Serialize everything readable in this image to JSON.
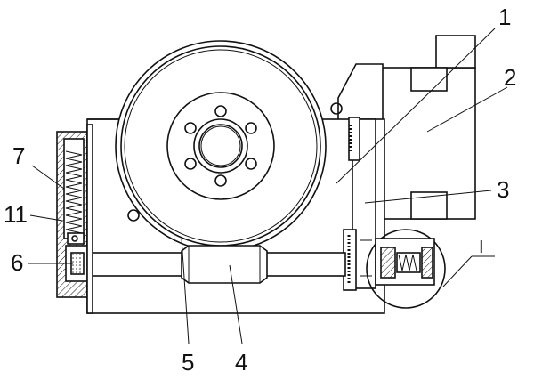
{
  "diagram": {
    "callouts": [
      {
        "id": "1",
        "label": "1"
      },
      {
        "id": "2",
        "label": "2"
      },
      {
        "id": "3",
        "label": "3"
      },
      {
        "id": "4",
        "label": "4"
      },
      {
        "id": "5",
        "label": "5"
      },
      {
        "id": "6",
        "label": "6"
      },
      {
        "id": "7",
        "label": "7"
      },
      {
        "id": "11",
        "label": "11"
      },
      {
        "id": "I",
        "label": "I"
      }
    ]
  }
}
